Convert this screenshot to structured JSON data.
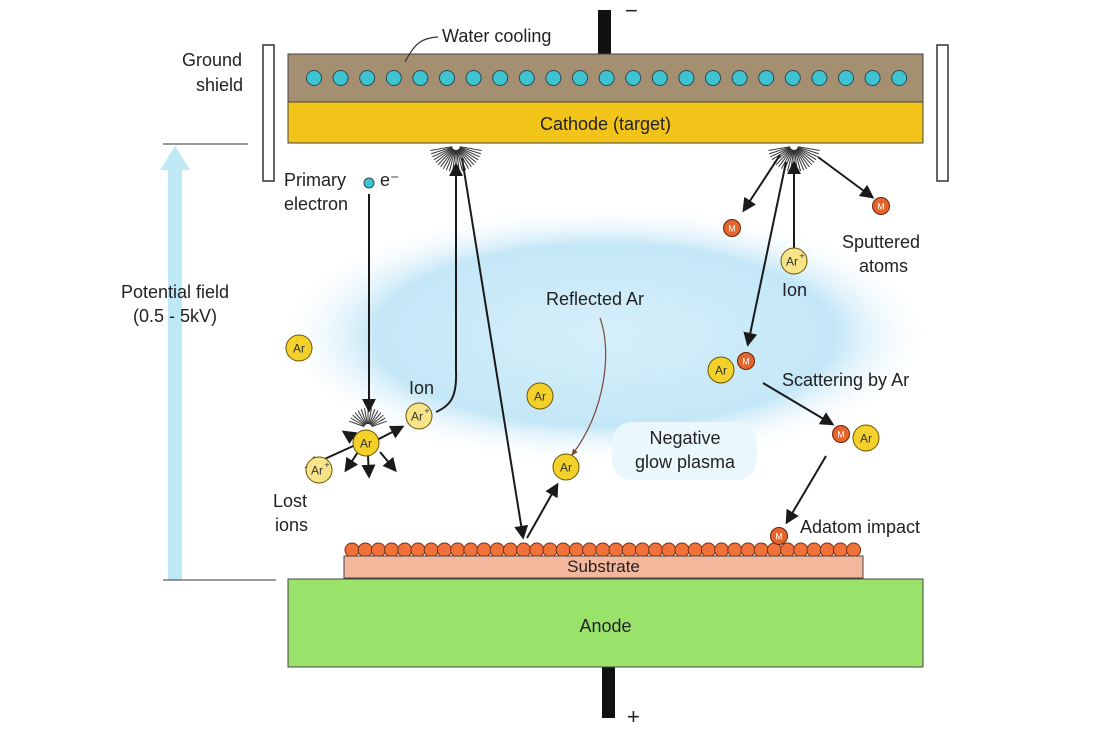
{
  "labels": {
    "minus": "−",
    "plus": "+",
    "water_cooling": "Water cooling",
    "ground_shield": [
      "Ground",
      "shield"
    ],
    "cathode": "Cathode (target)",
    "primary_electron": [
      "Primary",
      "electron"
    ],
    "electron_symbol": "e⁻",
    "potential_field": [
      "Potential field",
      "(0.5 - 5kV)"
    ],
    "ion_left": "Ion",
    "ion_right": "Ion",
    "lost_ions": [
      "Lost",
      "ions"
    ],
    "reflected_ar": "Reflected Ar",
    "negative_glow_plasma": [
      "Negative",
      "glow plasma"
    ],
    "sputtered_atoms": [
      "Sputtered",
      "atoms"
    ],
    "scattering_by_ar": "Scattering by Ar",
    "adatom_impact": "Adatom impact",
    "substrate": "Substrate",
    "anode": "Anode"
  },
  "particles": {
    "argon": "Ar",
    "argon_ion": "Ar",
    "ion_charge": "+",
    "metal_atom": "M"
  },
  "colors": {
    "cathode": "#f2c41a",
    "cooling_block": "#a48f70",
    "cooling_hole": "#3ec4d0",
    "plasma_glow": "#bfe6f7",
    "argon": "#f3d02a",
    "metal_atom": "#e2652d",
    "deposited_film": "#f0723a",
    "substrate": "#f5b79c",
    "anode": "#9ae36a",
    "potential_arrow": "#bfe8f7"
  }
}
